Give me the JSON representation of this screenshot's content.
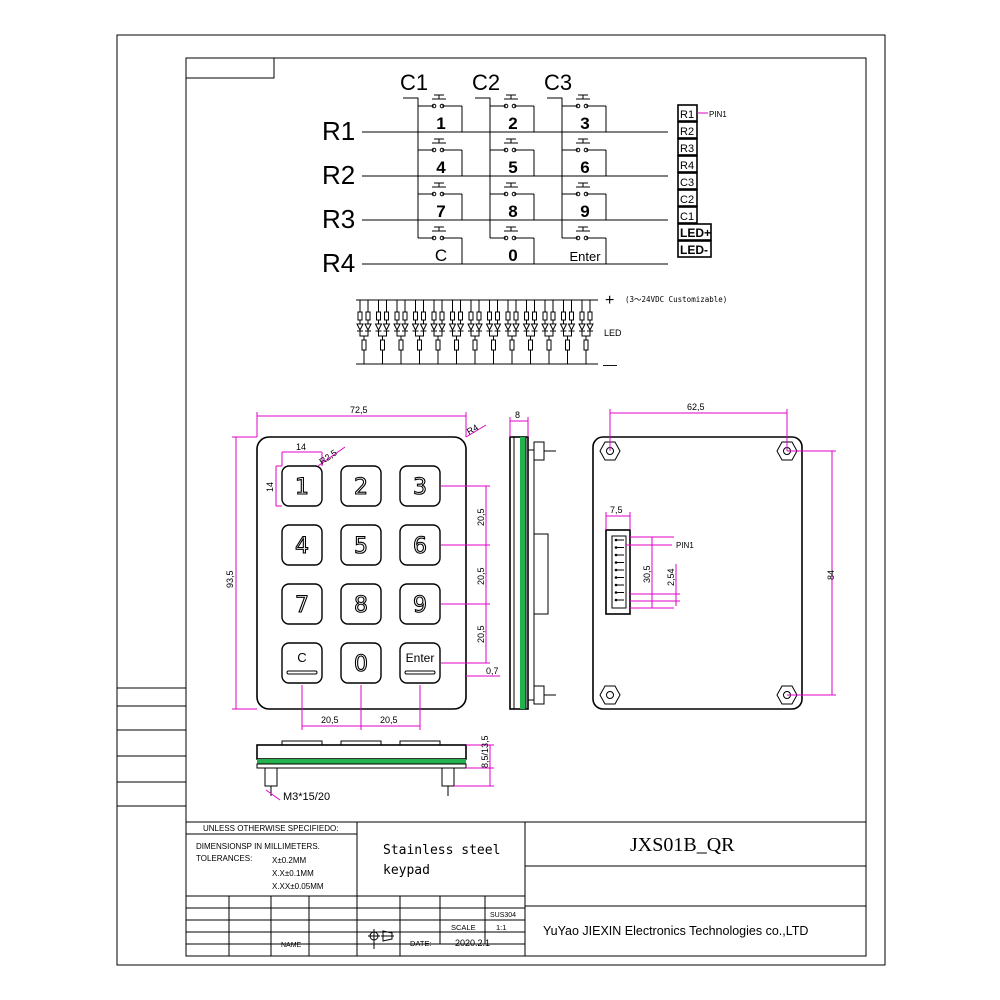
{
  "schematic": {
    "columns": [
      "C1",
      "C2",
      "C3"
    ],
    "rows": [
      "R1",
      "R2",
      "R3",
      "R4"
    ],
    "keys": [
      "1",
      "2",
      "3",
      "4",
      "5",
      "6",
      "7",
      "8",
      "9",
      "C",
      "0",
      "Enter"
    ]
  },
  "pinout": {
    "pins": [
      "R1",
      "R2",
      "R3",
      "R4",
      "C3",
      "C2",
      "C1",
      "LED+",
      "LED-"
    ],
    "pin1_label": "PIN1"
  },
  "led_circuit": {
    "plus": "+",
    "minus": "—",
    "voltage_note": "(3～24VDC Customizable)",
    "led_label": "LED"
  },
  "front_view": {
    "width": "72,5",
    "height": "93,5",
    "corner_radius": "R4",
    "key_radius": "R2,5",
    "key_w": "14",
    "key_h": "14",
    "pitch_x1": "20,5",
    "pitch_x2": "20,5",
    "pitch_y1": "20,5",
    "pitch_y2": "20,5",
    "pitch_y3": "20,5",
    "key_height": "0,7",
    "keys": [
      "1",
      "2",
      "3",
      "4",
      "5",
      "6",
      "7",
      "8",
      "9",
      "C",
      "0",
      "Enter"
    ]
  },
  "side_view": {
    "thickness": "8"
  },
  "bottom_view": {
    "height": "8,5/13,5",
    "screw": "M3*15/20"
  },
  "back_view": {
    "width": "62,5",
    "height": "84",
    "connector_w": "7,5",
    "connector_h": "30,5",
    "pin_pitch": "2,54",
    "pin1_label": "PIN1"
  },
  "title_block": {
    "unless": "UNLESS OTHERWISE SPECIFIEDO:",
    "dimensions": "DIMENSIONSP IN MILLIMETERS.",
    "tolerances_label": "TOLERANCES:",
    "tol1": "X±0.2MM",
    "tol2": "X.X±0.1MM",
    "tol3": "X.XX±0.05MM",
    "product_line1": "Stainless steel",
    "product_line2": "keypad",
    "model": "JXS01B_QR",
    "material": "SUS304",
    "scale_label": "SCALE",
    "scale": "1:1",
    "date_label": "DATE:",
    "date": "2020.2.1",
    "name_label": "NAME",
    "company": "YuYao JIEXIN Electronics Technologies co.,LTD"
  },
  "colors": {
    "dimension": "#e000c8",
    "pcb": "#22b14c"
  }
}
